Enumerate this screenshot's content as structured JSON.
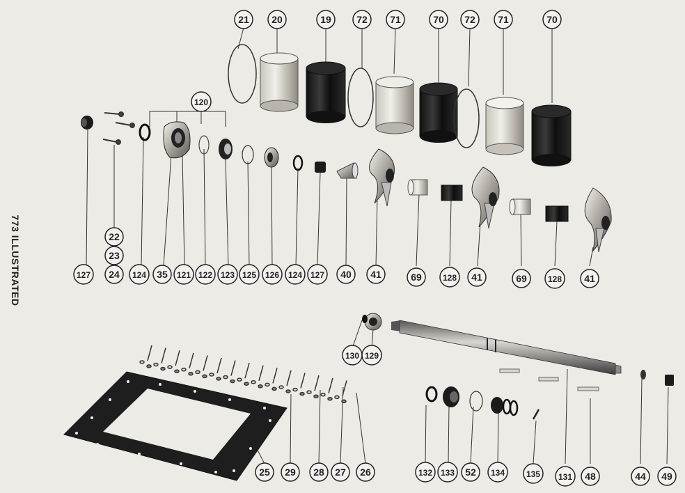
{
  "page": {
    "side_title": "773 ILLUSTRATED"
  },
  "colors": {
    "paper": "#ecebe6",
    "ink": "#222222",
    "dark_part": "#1d1d1d",
    "light_part": "#d9d6cf",
    "mid_part": "#9a968e"
  },
  "callouts": [
    {
      "id": "c-21",
      "label": "21"
    },
    {
      "id": "c-20",
      "label": "20"
    },
    {
      "id": "c-19",
      "label": "19"
    },
    {
      "id": "c-72a",
      "label": "72"
    },
    {
      "id": "c-71a",
      "label": "71"
    },
    {
      "id": "c-70a",
      "label": "70"
    },
    {
      "id": "c-72b",
      "label": "72"
    },
    {
      "id": "c-71b",
      "label": "71"
    },
    {
      "id": "c-70b",
      "label": "70"
    },
    {
      "id": "c-120",
      "label": "120"
    },
    {
      "id": "c-22",
      "label": "22"
    },
    {
      "id": "c-23",
      "label": "23"
    },
    {
      "id": "c-127a",
      "label": "127"
    },
    {
      "id": "c-24",
      "label": "24"
    },
    {
      "id": "c-124a",
      "label": "124"
    },
    {
      "id": "c-35",
      "label": "35"
    },
    {
      "id": "c-121",
      "label": "121"
    },
    {
      "id": "c-122",
      "label": "122"
    },
    {
      "id": "c-123",
      "label": "123"
    },
    {
      "id": "c-125",
      "label": "125"
    },
    {
      "id": "c-126",
      "label": "126"
    },
    {
      "id": "c-124b",
      "label": "124"
    },
    {
      "id": "c-127b",
      "label": "127"
    },
    {
      "id": "c-40",
      "label": "40"
    },
    {
      "id": "c-41a",
      "label": "41"
    },
    {
      "id": "c-69a",
      "label": "69"
    },
    {
      "id": "c-128a",
      "label": "128"
    },
    {
      "id": "c-41b",
      "label": "41"
    },
    {
      "id": "c-69b",
      "label": "69"
    },
    {
      "id": "c-128b",
      "label": "128"
    },
    {
      "id": "c-41c",
      "label": "41"
    },
    {
      "id": "c-130",
      "label": "130"
    },
    {
      "id": "c-129",
      "label": "129"
    },
    {
      "id": "c-25",
      "label": "25"
    },
    {
      "id": "c-29",
      "label": "29"
    },
    {
      "id": "c-28",
      "label": "28"
    },
    {
      "id": "c-27",
      "label": "27"
    },
    {
      "id": "c-26",
      "label": "26"
    },
    {
      "id": "c-132",
      "label": "132"
    },
    {
      "id": "c-133",
      "label": "133"
    },
    {
      "id": "c-52",
      "label": "52"
    },
    {
      "id": "c-134",
      "label": "134"
    },
    {
      "id": "c-135",
      "label": "135"
    },
    {
      "id": "c-131",
      "label": "131"
    },
    {
      "id": "c-48",
      "label": "48"
    },
    {
      "id": "c-44",
      "label": "44"
    },
    {
      "id": "c-49",
      "label": "49"
    }
  ]
}
